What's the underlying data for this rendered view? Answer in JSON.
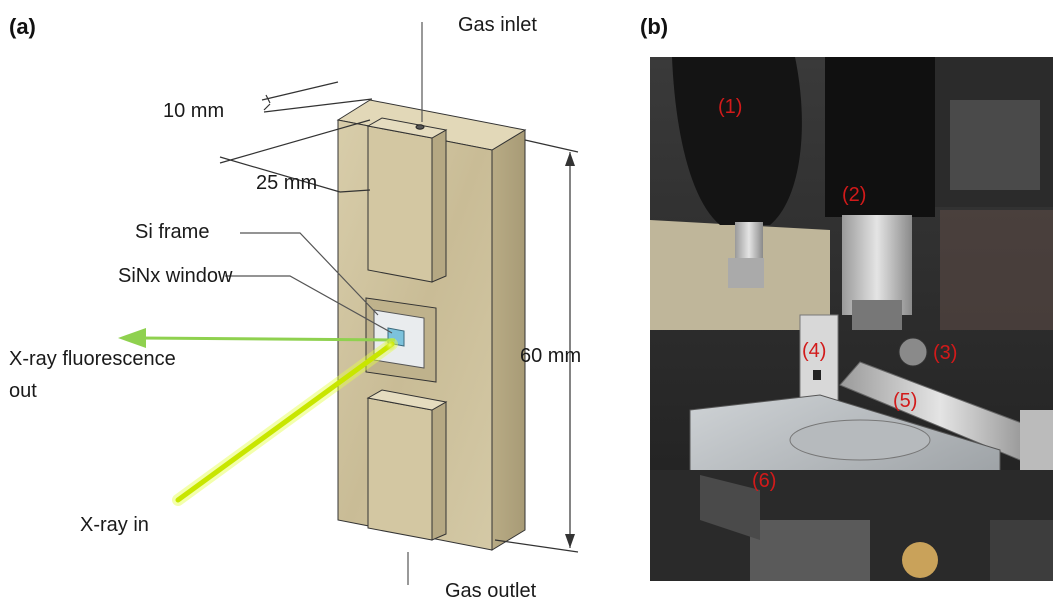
{
  "panel_a": {
    "label": "(a)",
    "gas_inlet": "Gas inlet",
    "gas_outlet": "Gas outlet",
    "dim_10": "10 mm",
    "dim_25": "25 mm",
    "dim_60": "60 mm",
    "si_frame": "Si frame",
    "sinx_window": "SiNx window",
    "xrf_out_line1": "X-ray fluorescence",
    "xrf_out_line2": "out",
    "xray_in": "X-ray in"
  },
  "panel_b": {
    "label": "(b)",
    "callouts": [
      "(1)",
      "(2)",
      "(3)",
      "(4)",
      "(5)",
      "(6)"
    ]
  },
  "colors": {
    "callout_red": "#d21a1a",
    "beam_in": "#c8e600",
    "beam_out": "#8fd14f",
    "cell_face": "#cfc3a0"
  }
}
